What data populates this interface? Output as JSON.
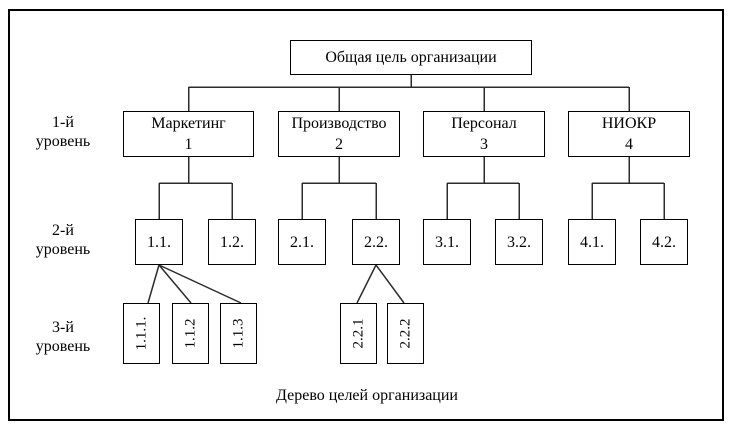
{
  "tree": {
    "root": "Общая цель организации",
    "branches": [
      {
        "name": "Маркетинг",
        "num": "1",
        "children": [
          {
            "label": "1.1.",
            "children": [
              "1.1.1.",
              "1.1.2",
              "1.1.3"
            ]
          },
          {
            "label": "1.2.",
            "children": []
          }
        ]
      },
      {
        "name": "Производство",
        "num": "2",
        "children": [
          {
            "label": "2.1.",
            "children": []
          },
          {
            "label": "2.2.",
            "children": [
              "2.2.1",
              "2.2.2"
            ]
          }
        ]
      },
      {
        "name": "Персонал",
        "num": "3",
        "children": [
          {
            "label": "3.1.",
            "children": []
          },
          {
            "label": "3.2.",
            "children": []
          }
        ]
      },
      {
        "name": "НИОКР",
        "num": "4",
        "children": [
          {
            "label": "4.1.",
            "children": []
          },
          {
            "label": "4.2.",
            "children": []
          }
        ]
      }
    ]
  },
  "row_labels": [
    {
      "line1": "1-й",
      "line2": "уровень"
    },
    {
      "line1": "2-й",
      "line2": "уровень"
    },
    {
      "line1": "3-й",
      "line2": "уровень"
    }
  ],
  "caption": "Дерево целей организации",
  "colors": {
    "line": "#2b2b2b",
    "box_border": "#000000",
    "background": "#ffffff",
    "text": "#000000"
  }
}
